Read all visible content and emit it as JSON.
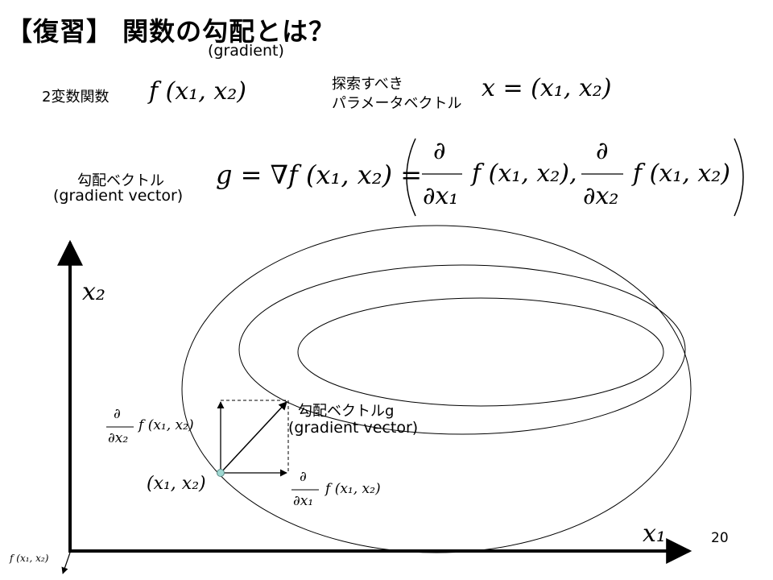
{
  "slide": {
    "title": "【復習】 関数の勾配とは？",
    "title_sub": "(gradient)",
    "two_var_func_label": "2変数関数",
    "two_var_func_expr": "f (x₁, x₂)",
    "param_vector_label_line1": "探索すべき",
    "param_vector_label_line2": "パラメータベクトル",
    "param_vector_expr": "x = (x₁, x₂)",
    "grad_vector_label_line1": "勾配ベクトル",
    "grad_vector_label_line2": "(gradient vector)",
    "grad_def_lhs": "g = ∇f (x₁, x₂) =",
    "grad_def_partial_top": "∂",
    "grad_def_partial1_bottom": "∂x₁",
    "grad_def_partial2_bottom": "∂x₂",
    "grad_def_term1": "f (x₁, x₂),",
    "grad_def_term2": "f (x₁, x₂)",
    "page_number": "20"
  },
  "diagram": {
    "axis_x_label": "x₁",
    "axis_y_label": "x₂",
    "axis_z_label": "f (x₁, x₂)",
    "point_label": "(x₁, x₂)",
    "vec_label_line1": "勾配ベクトルg",
    "vec_label_line2": "(gradient vector)",
    "partial_symbol": "∂",
    "dx1": "∂x₁",
    "dx2": "∂x₂",
    "component_fx": "f (x₁, x₂)"
  }
}
